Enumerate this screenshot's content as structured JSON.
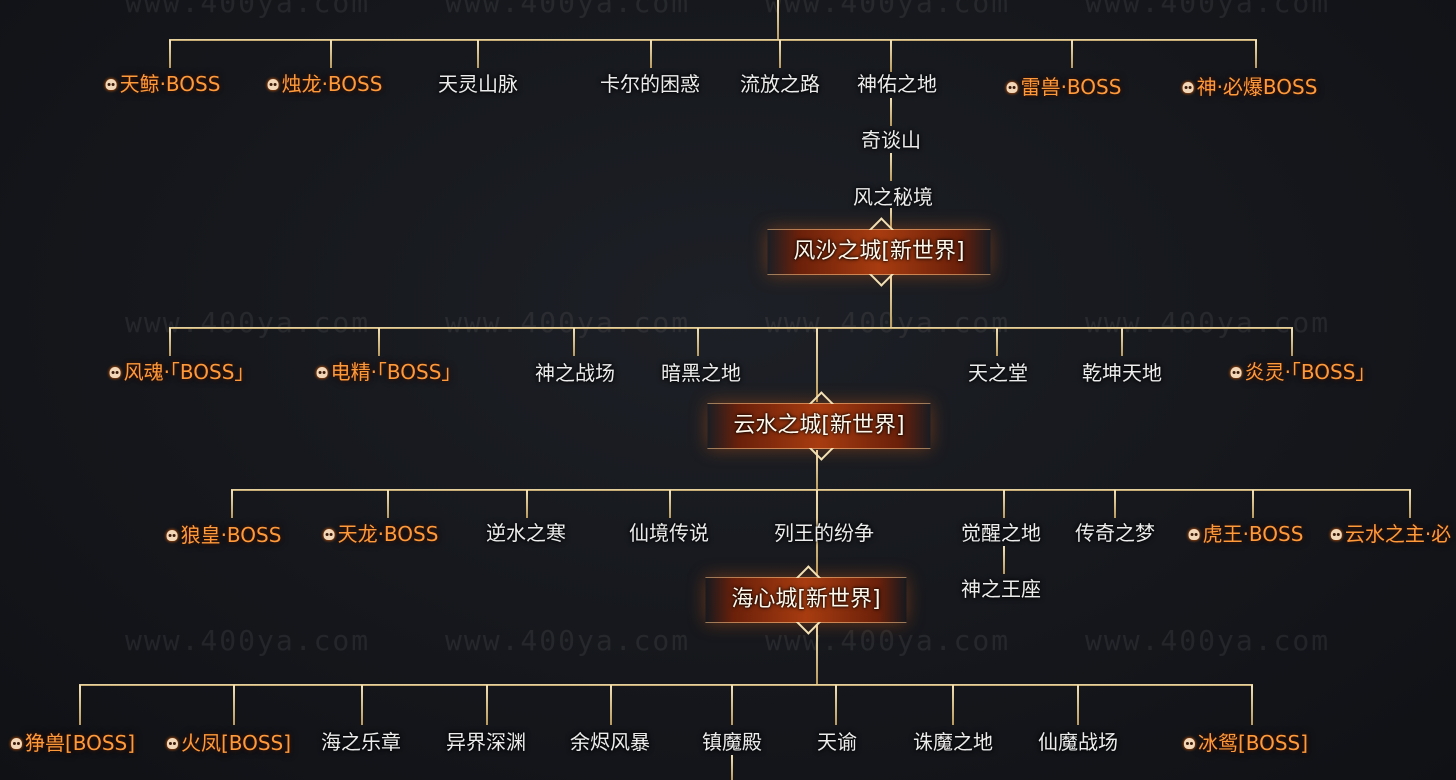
{
  "watermark": "www.400ya.com",
  "colors": {
    "boss": "#ff9a3a",
    "normal": "#ececec",
    "line": "#e8d3a0",
    "banner": "#a83c10"
  },
  "tier1": {
    "items": [
      {
        "label": "天鲸·BOSS",
        "boss": true
      },
      {
        "label": "烛龙·BOSS",
        "boss": true
      },
      {
        "label": "天灵山脉",
        "boss": false
      },
      {
        "label": "卡尔的困惑",
        "boss": false
      },
      {
        "label": "流放之路",
        "boss": false
      },
      {
        "label": "神佑之地",
        "boss": false
      },
      {
        "label": "雷兽·BOSS",
        "boss": true
      },
      {
        "label": "神·必爆BOSS",
        "boss": true
      }
    ],
    "chain": [
      "奇谈山",
      "风之秘境"
    ]
  },
  "city1": "风沙之城[新世界]",
  "tier2": {
    "items": [
      {
        "label": "风魂·「BOSS」",
        "boss": true
      },
      {
        "label": "电精·「BOSS」",
        "boss": true
      },
      {
        "label": "神之战场",
        "boss": false
      },
      {
        "label": "暗黑之地",
        "boss": false
      },
      {
        "label": "天之堂",
        "boss": false
      },
      {
        "label": "乾坤天地",
        "boss": false
      },
      {
        "label": "炎灵·「BOSS」",
        "boss": true
      }
    ]
  },
  "city2": "云水之城[新世界]",
  "tier3": {
    "items": [
      {
        "label": "狼皇·BOSS",
        "boss": true
      },
      {
        "label": "天龙·BOSS",
        "boss": true
      },
      {
        "label": "逆水之寒",
        "boss": false
      },
      {
        "label": "仙境传说",
        "boss": false
      },
      {
        "label": "列王的纷争",
        "boss": false
      },
      {
        "label": "觉醒之地",
        "boss": false
      },
      {
        "label": "传奇之梦",
        "boss": false
      },
      {
        "label": "虎王·BOSS",
        "boss": true
      },
      {
        "label": "云水之主·必",
        "boss": true
      }
    ],
    "sub": "神之王座"
  },
  "city3": "海心城[新世界]",
  "tier4": {
    "items": [
      {
        "label": "狰兽[BOSS]",
        "boss": true
      },
      {
        "label": "火凤[BOSS]",
        "boss": true
      },
      {
        "label": "海之乐章",
        "boss": false
      },
      {
        "label": "异界深渊",
        "boss": false
      },
      {
        "label": "余烬风暴",
        "boss": false
      },
      {
        "label": "镇魔殿",
        "boss": false
      },
      {
        "label": "天谕",
        "boss": false
      },
      {
        "label": "诛魔之地",
        "boss": false
      },
      {
        "label": "仙魔战场",
        "boss": false
      },
      {
        "label": "冰鸳[BOSS]",
        "boss": true
      }
    ]
  }
}
